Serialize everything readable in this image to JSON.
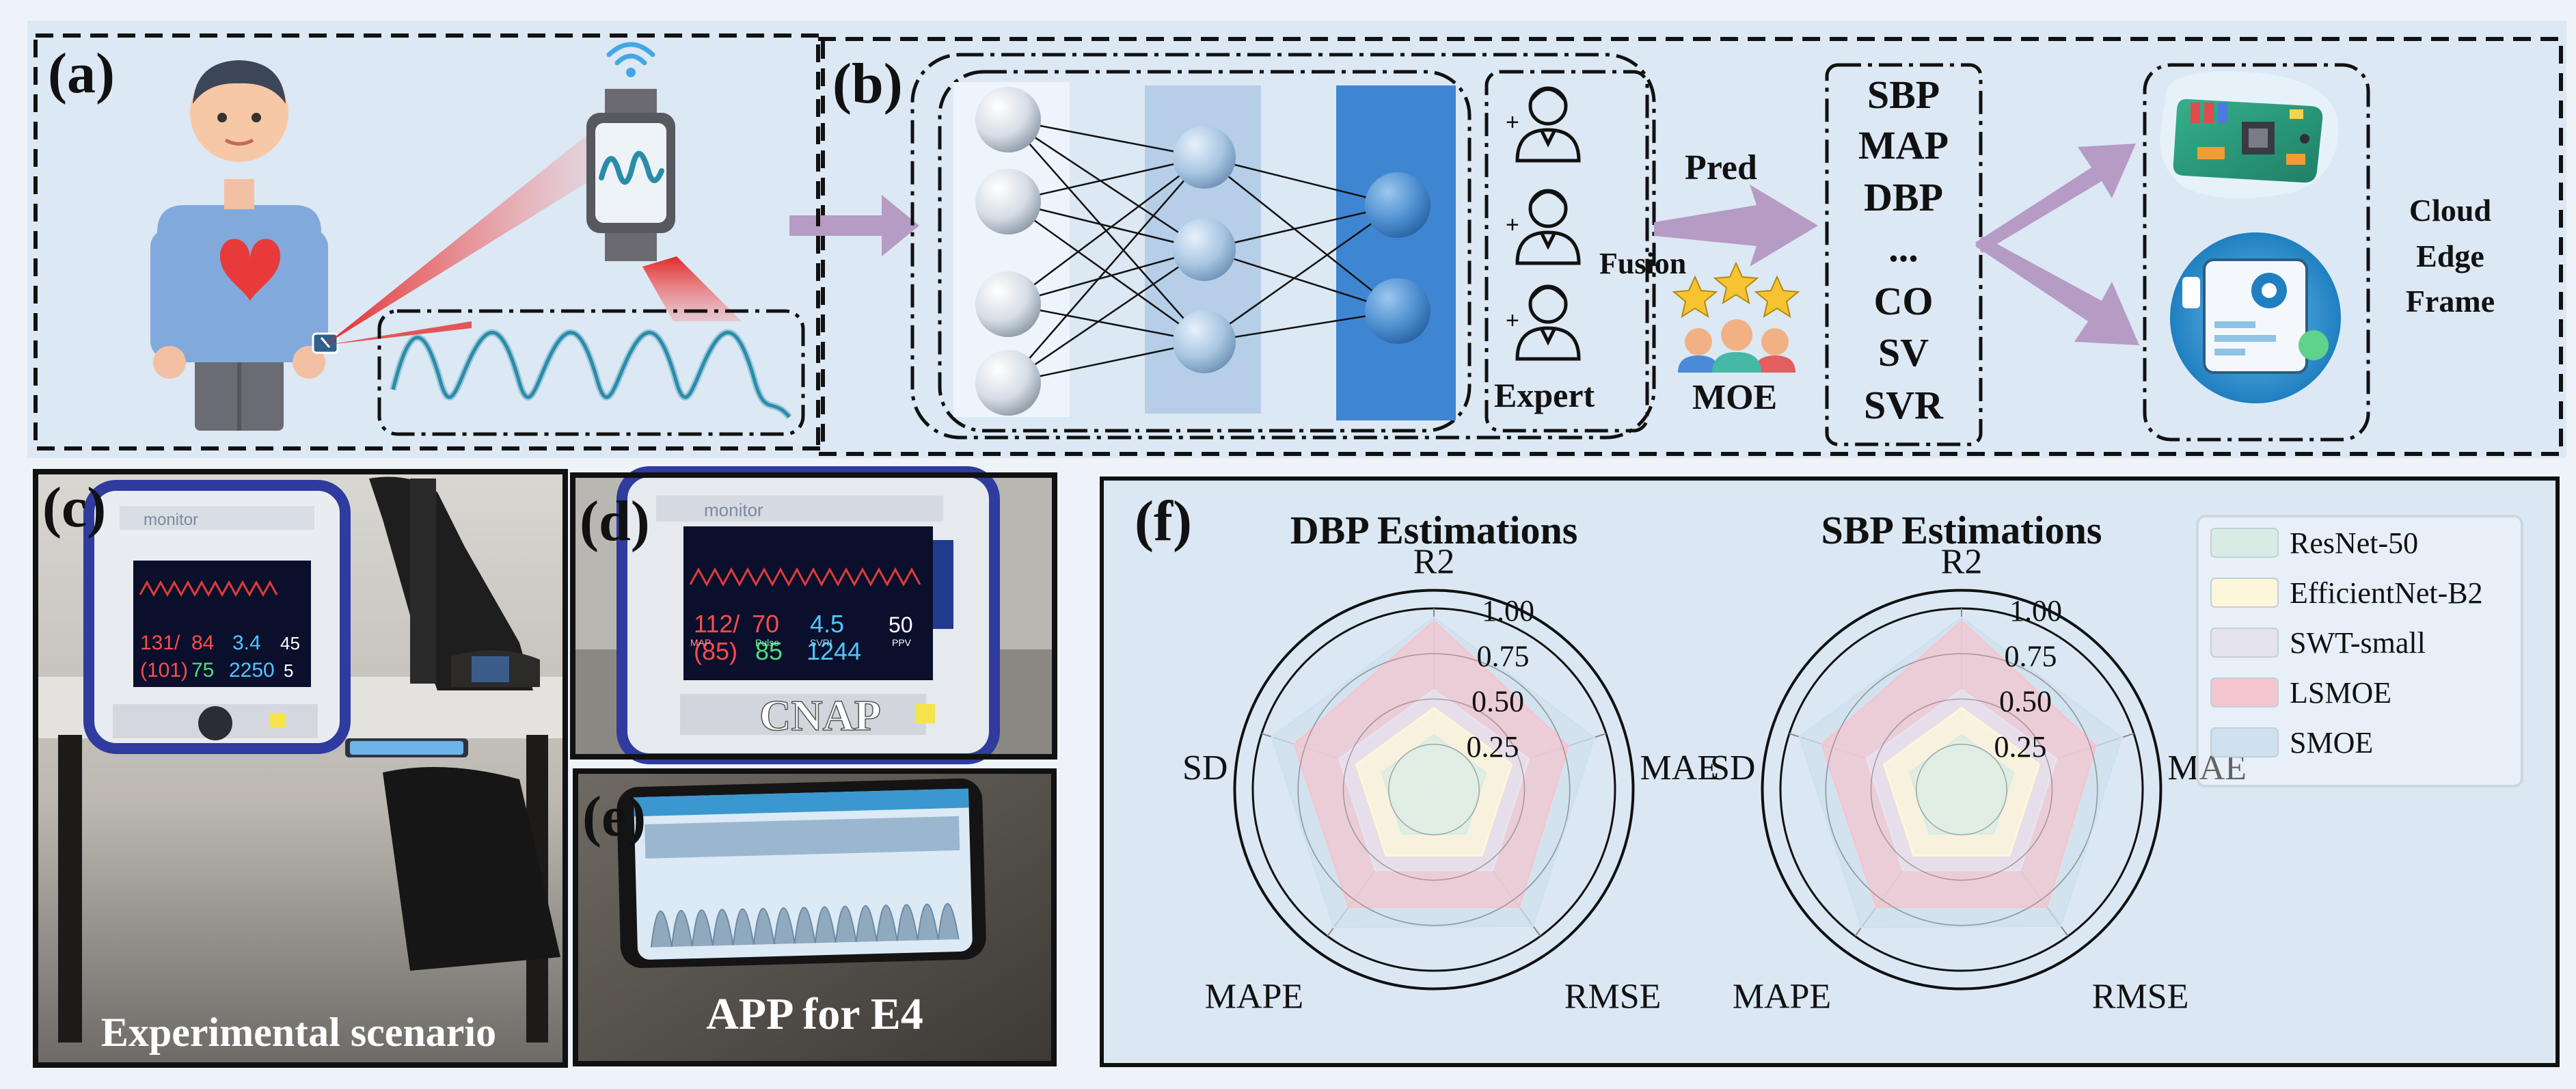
{
  "panels": {
    "a": {
      "label": "(a)"
    },
    "b": {
      "label": "(b)",
      "pred": "Pred",
      "fusion": "Fusion",
      "moe": "MOE",
      "expert": "Expert",
      "outputs": [
        "SBP",
        "MAP",
        "DBP",
        "...",
        "CO",
        "SV",
        "SVR"
      ],
      "targets": [
        "Cloud",
        "Edge",
        "Frame"
      ]
    },
    "c": {
      "label": "(c)",
      "caption": "Experimental scenario",
      "monitor": {
        "brand": "monitor",
        "values": [
          "131/",
          "84",
          "(101)",
          "75",
          "3.4",
          "2250",
          "45",
          "5"
        ]
      }
    },
    "d": {
      "label": "(d)",
      "caption": "CNAP",
      "monitor": {
        "brand": "monitor",
        "values": [
          "112/",
          "70",
          "(85)",
          "85",
          "4.5",
          "1244",
          "50"
        ],
        "keys": [
          "MAP",
          "Pulse",
          "SVRI",
          "PPV"
        ]
      }
    },
    "e": {
      "label": "(e)",
      "caption": "APP for E4"
    },
    "f": {
      "label": "(f)"
    }
  },
  "colors": {
    "bg": "#eef3f9",
    "panel_top": "#dce8f4",
    "resnet": "#d8ece5",
    "efficientnet": "#fcf7d9",
    "swt": "#e6e3f1",
    "lsmoe": "#f3c6cf",
    "smoe": "#cfe1ee"
  },
  "chart_data": [
    {
      "type": "radar",
      "title": "DBP Estimations",
      "axes": [
        "R2",
        "MAE",
        "RMSE",
        "MAPE",
        "SD"
      ],
      "radial_ticks": [
        "0.25",
        "0.50",
        "0.75",
        "1.00"
      ],
      "range": [
        0,
        1
      ],
      "series": [
        {
          "name": "ResNet-50",
          "color": "#d8ece5",
          "values": [
            0.3,
            0.3,
            0.3,
            0.3,
            0.3
          ]
        },
        {
          "name": "EfficientNet-B2",
          "color": "#fcf7d9",
          "values": [
            0.45,
            0.45,
            0.45,
            0.45,
            0.45
          ]
        },
        {
          "name": "SWT-small",
          "color": "#e6e3f1",
          "values": [
            0.55,
            0.55,
            0.55,
            0.55,
            0.55
          ]
        },
        {
          "name": "LSMOE",
          "color": "#f3c6cf",
          "values": [
            0.93,
            0.78,
            0.8,
            0.8,
            0.81
          ]
        },
        {
          "name": "SMOE",
          "color": "#cfe1ee",
          "values": [
            0.95,
            0.93,
            0.93,
            0.94,
            0.94
          ]
        }
      ]
    },
    {
      "type": "radar",
      "title": "SBP Estimations",
      "axes": [
        "R2",
        "MAE",
        "RMSE",
        "MAPE",
        "SD"
      ],
      "radial_ticks": [
        "0.25",
        "0.50",
        "0.75",
        "1.00"
      ],
      "range": [
        0,
        1
      ],
      "series": [
        {
          "name": "ResNet-50",
          "color": "#d8ece5",
          "values": [
            0.3,
            0.3,
            0.3,
            0.3,
            0.3
          ]
        },
        {
          "name": "EfficientNet-B2",
          "color": "#fcf7d9",
          "values": [
            0.45,
            0.45,
            0.45,
            0.45,
            0.45
          ]
        },
        {
          "name": "SWT-small",
          "color": "#e6e3f1",
          "values": [
            0.55,
            0.55,
            0.55,
            0.55,
            0.55
          ]
        },
        {
          "name": "LSMOE",
          "color": "#f3c6cf",
          "values": [
            0.93,
            0.78,
            0.8,
            0.8,
            0.81
          ]
        },
        {
          "name": "SMOE",
          "color": "#cfe1ee",
          "values": [
            0.95,
            0.93,
            0.93,
            0.94,
            0.94
          ]
        }
      ]
    }
  ]
}
